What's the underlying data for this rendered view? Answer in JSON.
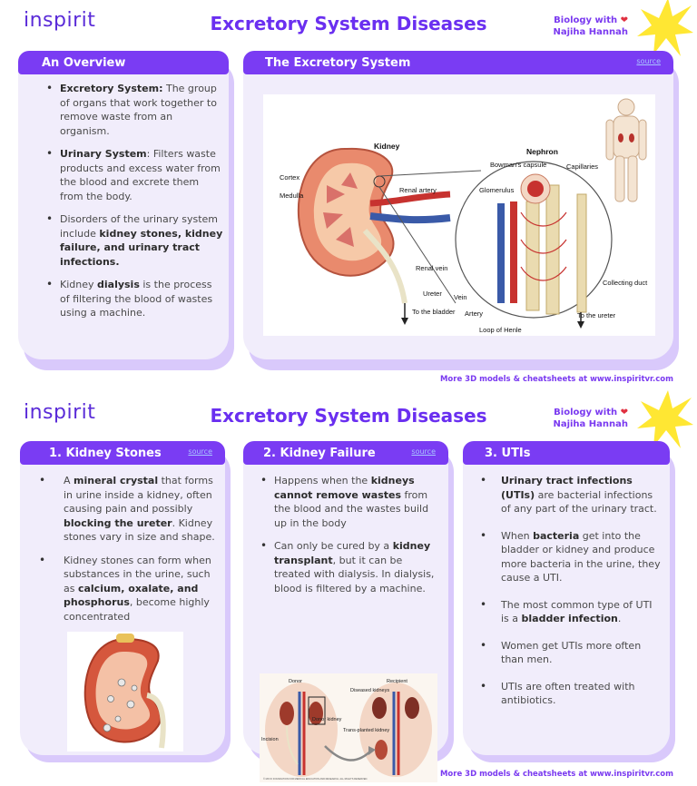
{
  "brand": "inspirit",
  "title": "Excretory System Diseases",
  "credit": {
    "line1": "Biology with",
    "heart": "❤",
    "line2": "Najiha Hannah"
  },
  "footer": "More 3D models & cheatsheets at www.inspiritvr.com",
  "source_label": "source",
  "overview": {
    "heading": "An Overview",
    "items": [
      {
        "bold": "Excretory System:",
        "text": " The group of organs that work together to remove waste from an organism."
      },
      {
        "bold": "Urinary System",
        "text": ": Filters waste products and excess water from the blood and excrete them from the body."
      },
      {
        "pre": "Disorders of the urinary system include ",
        "bold": "kidney stones, kidney failure, and urinary tract infections."
      },
      {
        "pre": "Kidney ",
        "bold": "dialysis",
        "text": " is the process of filtering the blood of wastes using a machine."
      }
    ]
  },
  "excretory": {
    "heading": "The Excretory System",
    "labels": {
      "kidney": "Kidney",
      "nephron": "Nephron",
      "cortex": "Cortex",
      "medulla": "Medulla",
      "renal_artery": "Renal artery",
      "renal_vein": "Renal vein",
      "ureter": "Ureter",
      "to_bladder": "To the bladder",
      "bowmans": "Bowman's capsule",
      "glomerulus": "Glomerulus",
      "capillaries": "Capillaries",
      "vein": "Vein",
      "artery": "Artery",
      "collecting_duct": "Collecting duct",
      "to_ureter": "To the ureter",
      "loop": "Loop of Henle"
    }
  },
  "stones": {
    "heading": "1.   Kidney Stones",
    "item1": {
      "pre": "A ",
      "b1": "mineral crystal",
      "mid": " that forms in urine inside a kidney, often causing pain and possibly ",
      "b2": "blocking the ureter",
      "post": ". Kidney stones vary in size and shape."
    },
    "item2": {
      "pre": "Kidney stones can form when substances in the urine, such as ",
      "b1": "calcium, oxalate, and phosphorus",
      "post": ", become highly concentrated"
    }
  },
  "failure": {
    "heading": "2. Kidney Failure",
    "item1": {
      "pre": "Happens when the ",
      "b1": "kidneys cannot remove wastes",
      "post": " from the blood and the wastes build up in the body"
    },
    "item2": {
      "pre": "Can only be cured by a ",
      "b1": "kidney transplant",
      "post": ", but it can be treated with dialysis. In dialysis, blood is filtered by a machine."
    },
    "img": {
      "donor": "Donor",
      "recipient": "Recipient",
      "diseased": "Diseased kidneys",
      "donor_kidney": "Donor kidney",
      "incision": "Incision",
      "transplanted": "Trans-planted kidney",
      "copyright": "© MAYO FOUNDATION FOR MEDICAL EDUCATION AND RESEARCH. ALL RIGHTS RESERVED."
    }
  },
  "utis": {
    "heading": "3. UTIs",
    "item1": {
      "b1": "Urinary tract infections (UTIs)",
      "post": " are bacterial infections of any part of the urinary tract."
    },
    "item2": {
      "pre": "When ",
      "b1": "bacteria",
      "post": " get into the bladder or kidney and produce more bacteria in the urine, they cause a UTI."
    },
    "item3": {
      "pre": "The most common type of UTI is a ",
      "b1": "bladder infection",
      "post": "."
    },
    "item4": {
      "pre": "Women get UTIs more often than men."
    },
    "item5": {
      "pre": " UTIs are often treated with antibiotics."
    }
  }
}
